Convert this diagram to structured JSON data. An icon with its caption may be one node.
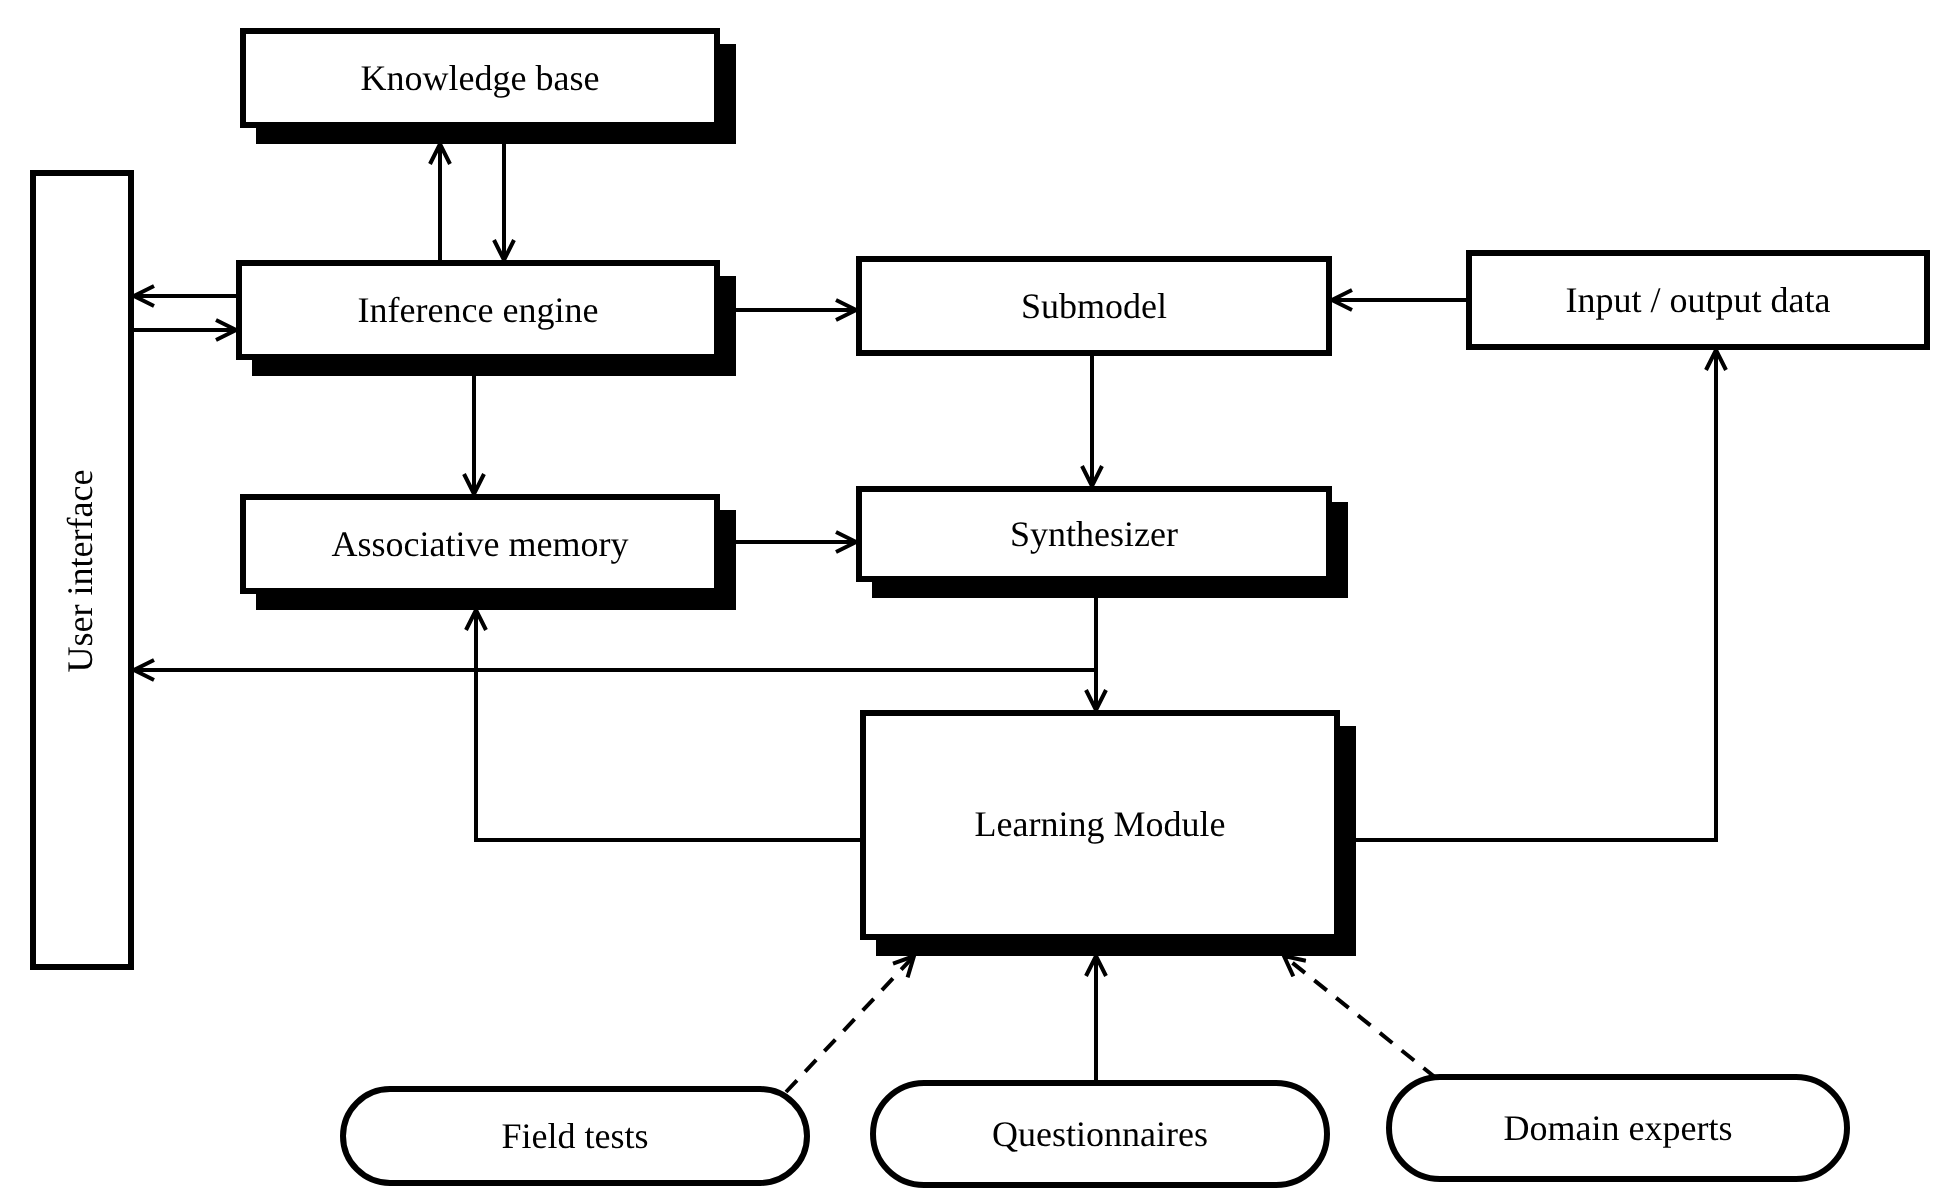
{
  "diagram": {
    "nodes": [
      {
        "text": [
          "Knowledge base"
        ]
      },
      {
        "text": [
          "User interface"
        ]
      },
      {
        "text": [
          "Inference engine"
        ]
      },
      {
        "text": [
          "Submodel"
        ]
      },
      {
        "text": [
          "Input / output data"
        ]
      },
      {
        "text": [
          "Associative memory"
        ]
      },
      {
        "text": [
          "Synthesizer"
        ]
      },
      {
        "text": [
          "Learning Module"
        ]
      },
      {
        "text": [
          "Field tests"
        ]
      },
      {
        "text": [
          "Questionnaires"
        ]
      },
      {
        "text": [
          "Domain experts"
        ]
      }
    ],
    "edges": [
      {
        "from": 2,
        "to": 0,
        "arrow": "to"
      },
      {
        "from": 0,
        "to": 2,
        "arrow": "to"
      },
      {
        "from": 2,
        "to": 1,
        "arrow": "to"
      },
      {
        "from": 1,
        "to": 2,
        "arrow": "to"
      },
      {
        "from": 2,
        "to": 3,
        "arrow": "to"
      },
      {
        "from": 4,
        "to": 3,
        "arrow": "to"
      },
      {
        "from": 2,
        "to": 5,
        "arrow": "to"
      },
      {
        "from": 5,
        "to": 6,
        "arrow": "to"
      },
      {
        "from": 3,
        "to": 6,
        "arrow": "to"
      },
      {
        "from": 6,
        "to": 7,
        "arrow": "to"
      },
      {
        "from": 6,
        "to": 1,
        "arrow": "to"
      },
      {
        "from": 7,
        "to": 5,
        "arrow": "to"
      },
      {
        "from": 7,
        "to": 4,
        "arrow": "to"
      },
      {
        "from": 8,
        "to": 7,
        "arrow": "to",
        "style": "dashed"
      },
      {
        "from": 9,
        "to": 7,
        "arrow": "to"
      },
      {
        "from": 10,
        "to": 7,
        "arrow": "to",
        "style": "dashed"
      }
    ]
  }
}
